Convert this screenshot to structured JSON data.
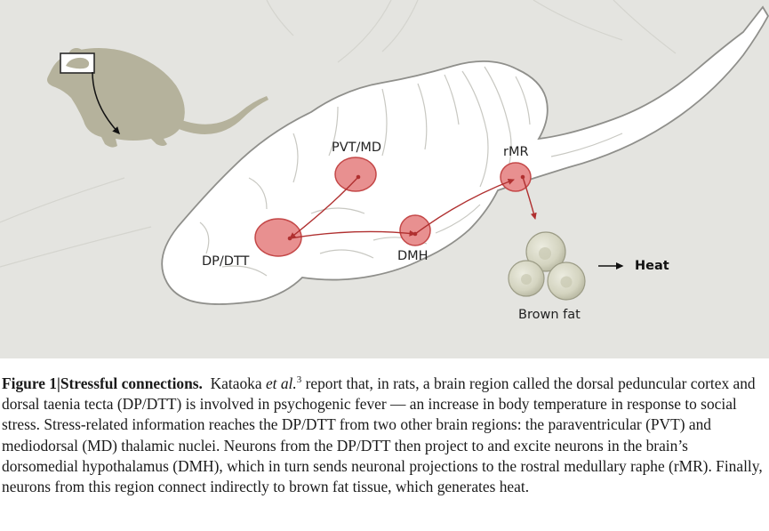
{
  "figure": {
    "colors": {
      "background": "#e4e4e0",
      "brain_fill": "#ffffff",
      "brain_outline": "#8f8f8b",
      "rat": "#b5b29c",
      "node_fill": "#e89090",
      "node_stroke": "#c44848",
      "arrow": "#b03030",
      "fat_fill": "#d8d8c4"
    },
    "icons": {
      "rat": "rat-silhouette-icon",
      "fat_cells": "brown-fat-cells-icon",
      "heat_arrow": "right-arrow-icon"
    },
    "labels": {
      "pvt_md": "PVT/MD",
      "rmr": "rMR",
      "dp_dtt": "DP/DTT",
      "dmh": "DMH",
      "heat": "Heat",
      "brown_fat": "Brown fat"
    }
  },
  "caption": {
    "fig_label": "Figure 1",
    "divider": "|",
    "title": "Stressful connections.",
    "author": "Kataoka",
    "etal": "et al.",
    "ref": "3",
    "text1": " report that, in rats, a brain region called the dorsal peduncular cortex and dorsal taenia tecta (DP/DTT) is involved in psychogenic fever — an increase in body temperature in response to social stress. Stress-related information reaches the DP/DTT from two other brain regions: the paraventricular (PVT) and mediodorsal (MD) thalamic nuclei. Neurons from the DP/DTT then project to and excite neurons in the brain’s dorsomedial hypothalamus (DMH), which in turn sends neuronal projections to the rostral medullary raphe (rMR). Finally, neurons from this region connect indirectly to brown fat tissue, which generates heat."
  }
}
